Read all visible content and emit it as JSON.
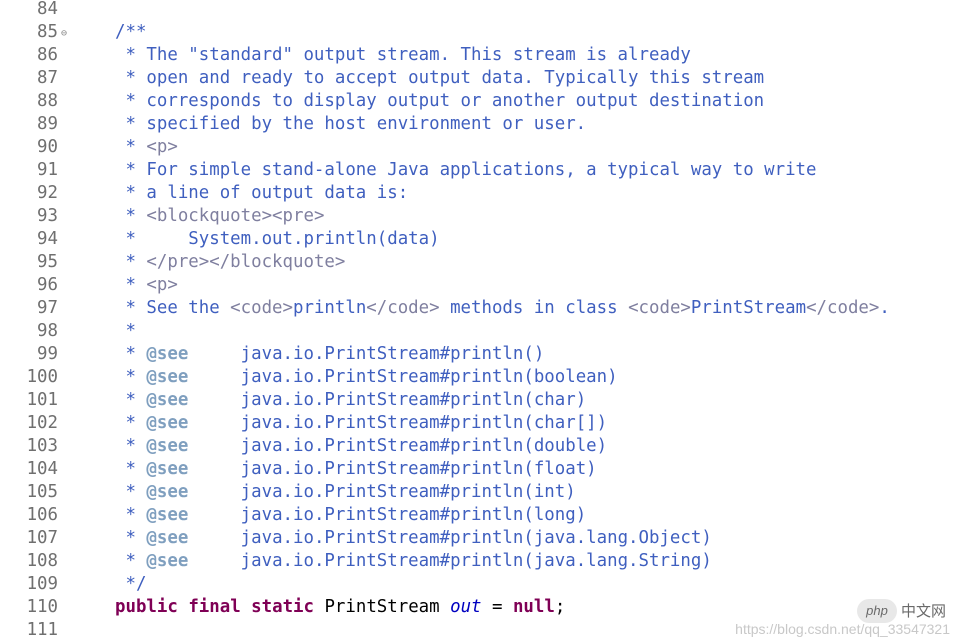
{
  "lines": [
    {
      "n": "84"
    },
    {
      "n": "85",
      "fold": "⊖",
      "parts": [
        [
          "c",
          "/**"
        ]
      ]
    },
    {
      "n": "86",
      "parts": [
        [
          "c",
          " * The \"standard\" output stream. This stream is already"
        ]
      ]
    },
    {
      "n": "87",
      "parts": [
        [
          "c",
          " * open and ready to accept output data. Typically this stream"
        ]
      ]
    },
    {
      "n": "88",
      "parts": [
        [
          "c",
          " * corresponds to display output or another output destination"
        ]
      ]
    },
    {
      "n": "89",
      "parts": [
        [
          "c",
          " * specified by the host environment or user."
        ]
      ]
    },
    {
      "n": "90",
      "parts": [
        [
          "c",
          " * "
        ],
        [
          "t",
          "<p>"
        ]
      ]
    },
    {
      "n": "91",
      "parts": [
        [
          "c",
          " * For simple stand-alone Java applications, a typical way to write"
        ]
      ]
    },
    {
      "n": "92",
      "parts": [
        [
          "c",
          " * a line of output data is:"
        ]
      ]
    },
    {
      "n": "93",
      "parts": [
        [
          "c",
          " * "
        ],
        [
          "t",
          "<blockquote><pre>"
        ]
      ]
    },
    {
      "n": "94",
      "parts": [
        [
          "c",
          " *     System.out.println(data)"
        ]
      ]
    },
    {
      "n": "95",
      "parts": [
        [
          "c",
          " * "
        ],
        [
          "t",
          "</pre></blockquote>"
        ]
      ]
    },
    {
      "n": "96",
      "parts": [
        [
          "c",
          " * "
        ],
        [
          "t",
          "<p>"
        ]
      ]
    },
    {
      "n": "97",
      "parts": [
        [
          "c",
          " * See the "
        ],
        [
          "t",
          "<code>"
        ],
        [
          "c",
          "println"
        ],
        [
          "t",
          "</code>"
        ],
        [
          "c",
          " methods in class "
        ],
        [
          "t",
          "<code>"
        ],
        [
          "c",
          "PrintStream"
        ],
        [
          "t",
          "</code>"
        ],
        [
          "c",
          "."
        ]
      ]
    },
    {
      "n": "98",
      "parts": [
        [
          "c",
          " *"
        ]
      ]
    },
    {
      "n": "99",
      "parts": [
        [
          "c",
          " * "
        ],
        [
          "tag",
          "@see"
        ],
        [
          "c",
          "     java.io.PrintStream#println()"
        ]
      ]
    },
    {
      "n": "100",
      "parts": [
        [
          "c",
          " * "
        ],
        [
          "tag",
          "@see"
        ],
        [
          "c",
          "     java.io.PrintStream#println(boolean)"
        ]
      ]
    },
    {
      "n": "101",
      "parts": [
        [
          "c",
          " * "
        ],
        [
          "tag",
          "@see"
        ],
        [
          "c",
          "     java.io.PrintStream#println(char)"
        ]
      ]
    },
    {
      "n": "102",
      "parts": [
        [
          "c",
          " * "
        ],
        [
          "tag",
          "@see"
        ],
        [
          "c",
          "     java.io.PrintStream#println(char[])"
        ]
      ]
    },
    {
      "n": "103",
      "parts": [
        [
          "c",
          " * "
        ],
        [
          "tag",
          "@see"
        ],
        [
          "c",
          "     java.io.PrintStream#println(double)"
        ]
      ]
    },
    {
      "n": "104",
      "parts": [
        [
          "c",
          " * "
        ],
        [
          "tag",
          "@see"
        ],
        [
          "c",
          "     java.io.PrintStream#println(float)"
        ]
      ]
    },
    {
      "n": "105",
      "parts": [
        [
          "c",
          " * "
        ],
        [
          "tag",
          "@see"
        ],
        [
          "c",
          "     java.io.PrintStream#println(int)"
        ]
      ]
    },
    {
      "n": "106",
      "parts": [
        [
          "c",
          " * "
        ],
        [
          "tag",
          "@see"
        ],
        [
          "c",
          "     java.io.PrintStream#println(long)"
        ]
      ]
    },
    {
      "n": "107",
      "parts": [
        [
          "c",
          " * "
        ],
        [
          "tag",
          "@see"
        ],
        [
          "c",
          "     java.io.PrintStream#println(java.lang.Object)"
        ]
      ]
    },
    {
      "n": "108",
      "parts": [
        [
          "c",
          " * "
        ],
        [
          "tag",
          "@see"
        ],
        [
          "c",
          "     java.io.PrintStream#println(java.lang.String)"
        ]
      ]
    },
    {
      "n": "109",
      "parts": [
        [
          "c",
          " */"
        ]
      ]
    },
    {
      "n": "110",
      "parts": [
        [
          "kw",
          "public"
        ],
        [
          "pl",
          " "
        ],
        [
          "kw",
          "final"
        ],
        [
          "pl",
          " "
        ],
        [
          "kw",
          "static"
        ],
        [
          "pl",
          " PrintStream "
        ],
        [
          "fld",
          "out"
        ],
        [
          "pl",
          " = "
        ],
        [
          "kw",
          "null"
        ],
        [
          "pl",
          ";"
        ]
      ]
    },
    {
      "n": "111"
    }
  ],
  "watermark": "https://blog.csdn.net/qq_33547321",
  "logo": {
    "badge": "php",
    "text": "中文网"
  },
  "colors": {
    "comment": "#3f5fbf",
    "html_tag": "#7f7f9f",
    "javadoc_tag": "#7f9fbf",
    "keyword": "#7f0055",
    "field": "#0000c0",
    "line_number": "#6f6f6f"
  }
}
